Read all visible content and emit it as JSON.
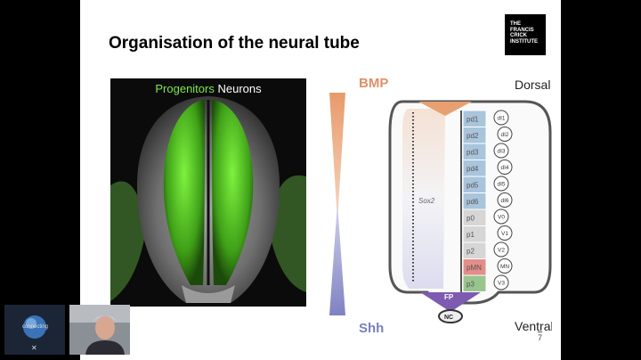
{
  "slide": {
    "title": "Organisation of the neural tube",
    "page_number": "7",
    "logo": [
      "THE",
      "FRANCIS",
      "CRICK",
      "INSTITUTE"
    ]
  },
  "micrograph": {
    "legend_progenitors": "Progenitors",
    "legend_neurons": "Neurons"
  },
  "diagram": {
    "bmp_label": "BMP",
    "shh_label": "Shh",
    "dorsal_label": "Dorsal",
    "ventral_label": "Ventral",
    "sox2_label": "Sox2",
    "fp_label": "FP",
    "nc_label": "NC",
    "progenitor_domains": [
      "pd1",
      "pd2",
      "pd3",
      "pd4",
      "pd5",
      "pd6",
      "p0",
      "p1",
      "p2",
      "pMN",
      "p3"
    ],
    "neuron_classes": [
      "dI1",
      "dI2",
      "dI3",
      "dI4",
      "dI5",
      "dI6",
      "V0",
      "V1",
      "V2",
      "MN",
      "V3"
    ],
    "colors": {
      "bmp": "#e89a6a",
      "shh": "#7f82c2",
      "dorsal_domains": "#a9c4dc",
      "intermediate_domains": "#d6d6d6",
      "pmn": "#e38e8a",
      "p3": "#9ac48e",
      "floor_plate": "#7d5bb0",
      "roof_plate": "#e8a070"
    }
  },
  "video_tiles": {
    "tile1_text": "connecting"
  }
}
